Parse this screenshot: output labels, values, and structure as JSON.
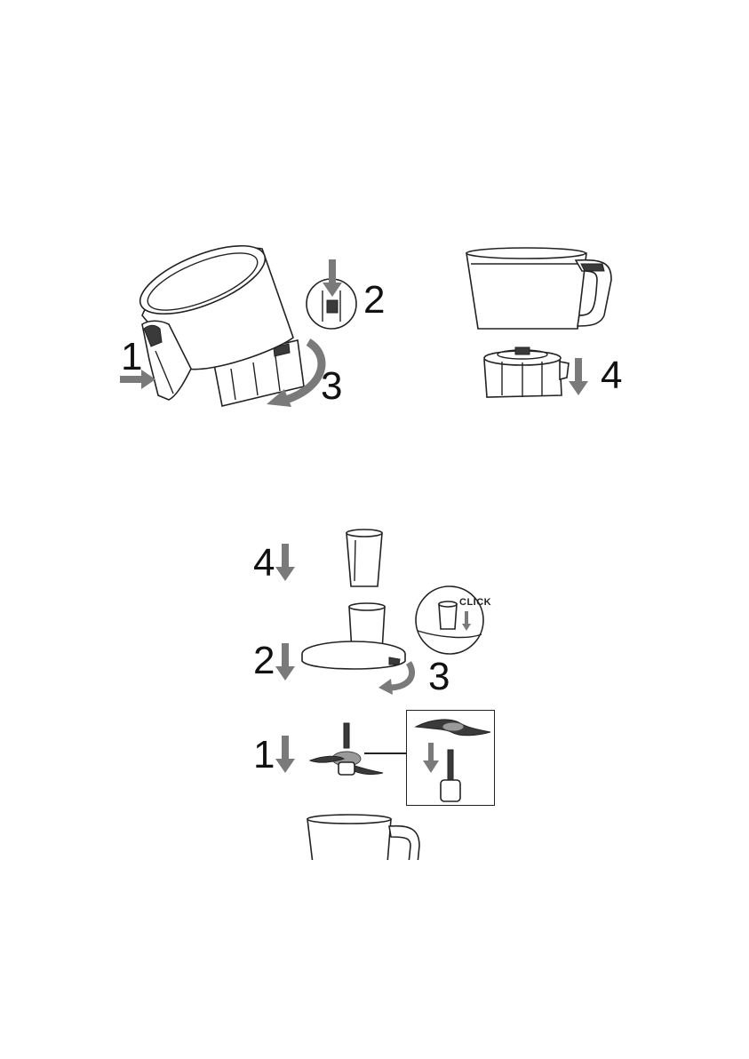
{
  "figure1": {
    "steps": [
      "1",
      "2",
      "3"
    ]
  },
  "figure2": {
    "steps": [
      "4"
    ]
  },
  "figure3": {
    "steps": [
      "4",
      "2",
      "3",
      "1"
    ],
    "click_label": "CLICK"
  },
  "colors": {
    "arrow": "#7a7a7a",
    "outline": "#222222",
    "text": "#111111"
  },
  "icons": [
    "right-arrow-icon",
    "down-arrow-icon",
    "curved-arrow-icon"
  ]
}
